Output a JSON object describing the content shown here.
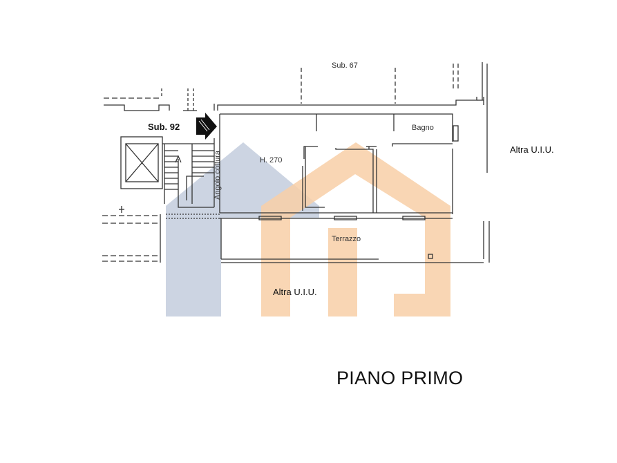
{
  "plan": {
    "sub_92": "Sub. 92",
    "sub_67": "Sub. 67",
    "bagno": "Bagno",
    "height": "H. 270",
    "angolo_cottura": "Angolo cottura",
    "terrazzo": "Terrazzo",
    "altra_uiu_right": "Altra U.I.U.",
    "altra_uiu_bottom": "Altra U.I.U.",
    "floor_title": "PIANO PRIMO"
  },
  "watermark": {
    "blue": "#c3cddd",
    "orange": "#f8cfa7"
  },
  "colors": {
    "wall": "#333333",
    "arrow": "#111111"
  }
}
